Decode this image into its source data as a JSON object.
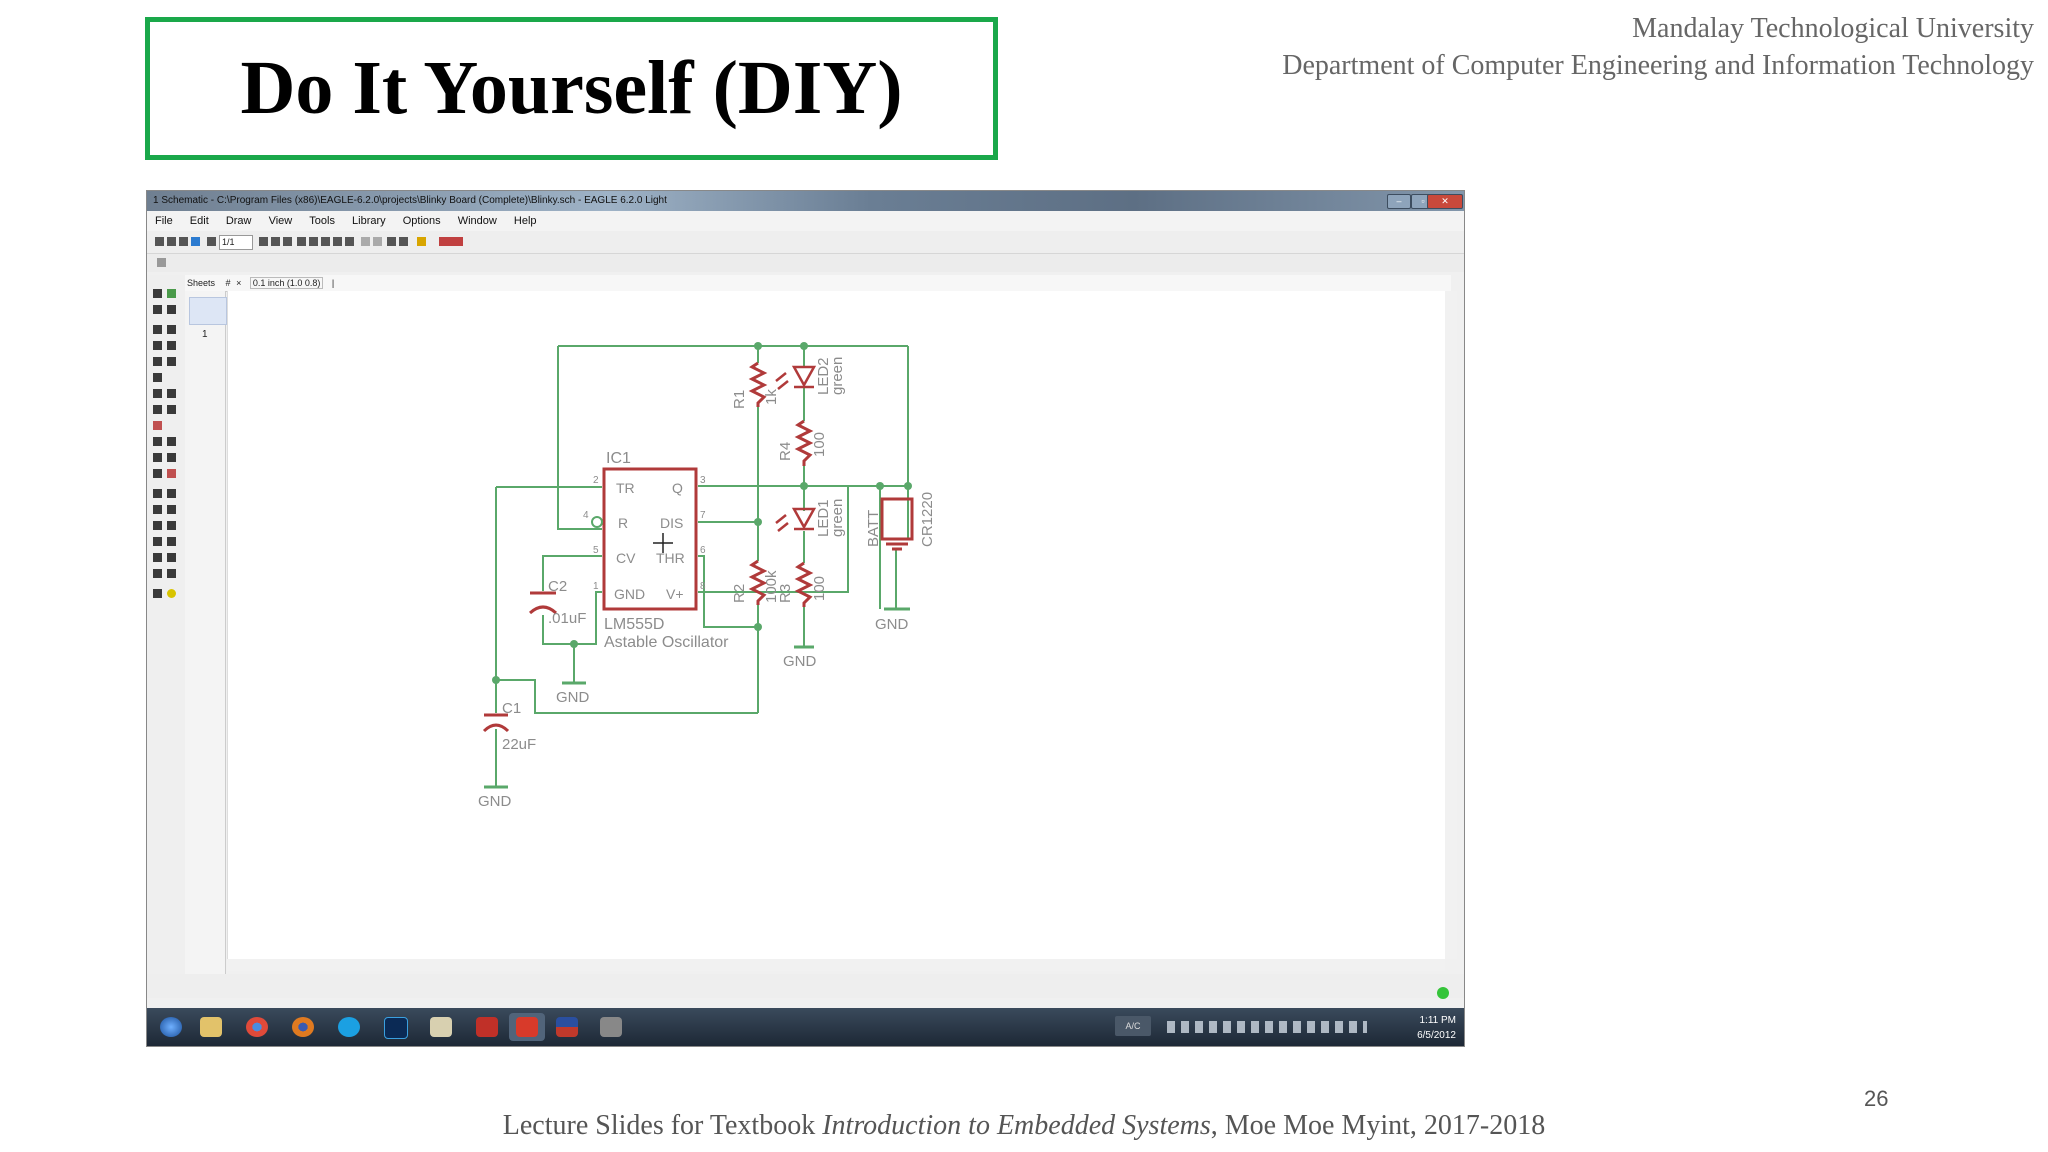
{
  "slide": {
    "title": "Do It Yourself (DIY)",
    "university": "Mandalay Technological University",
    "department": "Department of Computer Engineering and Information Technology",
    "footer_prefix": "Lecture Slides for Textbook ",
    "footer_book": "Introduction to Embedded Systems",
    "footer_suffix": ", Moe Moe Myint, 2017-2018",
    "page_number": "26"
  },
  "app": {
    "window_title": "1 Schematic - C:\\Program Files (x86)\\EAGLE-6.2.0\\projects\\Blinky Board (Complete)\\Blinky.sch - EAGLE 6.2.0 Light",
    "menu": [
      "File",
      "Edit",
      "Draw",
      "View",
      "Tools",
      "Library",
      "Options",
      "Window",
      "Help"
    ],
    "zoom_select": "1/1",
    "sheets_label": "Sheets",
    "grid_readout": "0.1 inch (1.0 0.8)",
    "sheet_number": "1",
    "clock_time": "1:11 PM",
    "clock_date": "6/5/2012",
    "ac_label": "A/C"
  },
  "schematic": {
    "ic_name": "IC1",
    "ic_part": "LM555D",
    "ic_desc": "Astable Oscillator",
    "pins": {
      "tr": "TR",
      "q": "Q",
      "r": "R",
      "dis": "DIS",
      "cv": "CV",
      "thr": "THR",
      "gnd": "GND",
      "vplus": "V+",
      "n2": "2",
      "n3": "3",
      "n4": "4",
      "n7": "7",
      "n5": "5",
      "n6": "6",
      "n1": "1",
      "n8": "8"
    },
    "r1_name": "R1",
    "r1_value": "1k",
    "r2_name": "R2",
    "r2_value": "100k",
    "r3_name": "R3",
    "r3_value": "100",
    "r4_name": "R4",
    "r4_value": "100",
    "led1_name": "LED1",
    "led1_color": "green",
    "led2_name": "LED2",
    "led2_color": "green",
    "batt_name": "BATT",
    "batt_part": "CR1220",
    "c1_name": "C1",
    "c1_value": "22uF",
    "c2_name": "C2",
    "c2_value": ".01uF",
    "gnd_label": "GND"
  },
  "colors": {
    "frame_green": "#1aa84a",
    "wire": "#5aa86a",
    "part": "#b03a3a",
    "label": "#8c8c8c"
  }
}
